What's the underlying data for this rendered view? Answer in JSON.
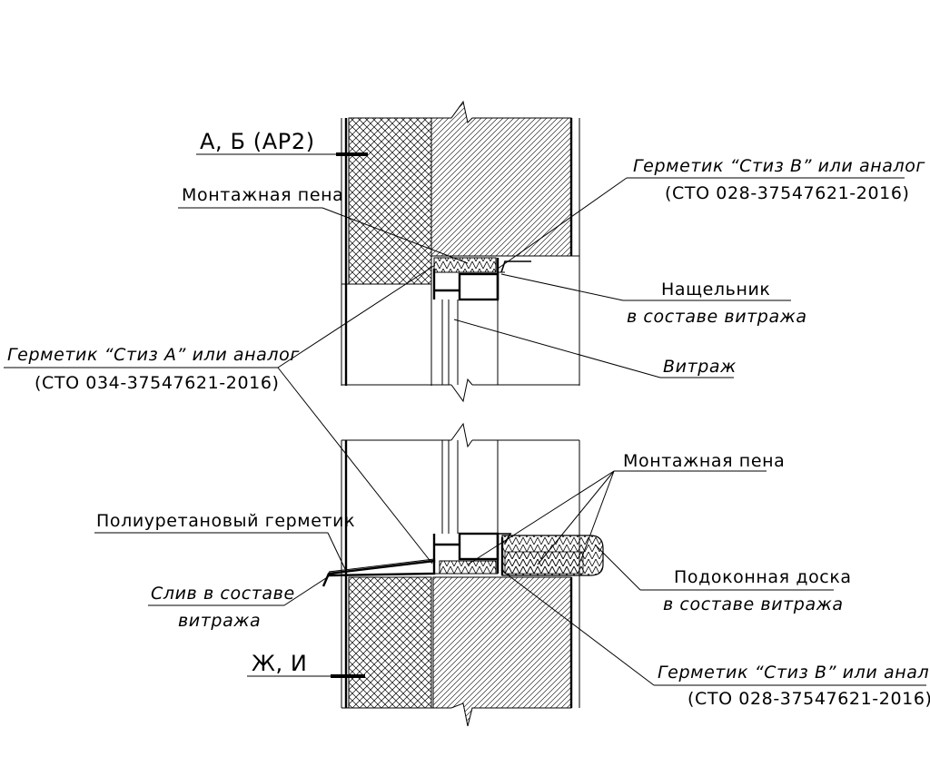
{
  "colors": {
    "line": "#000000",
    "background": "#ffffff"
  },
  "labels": {
    "axis_top": "А, Б (АР2)",
    "axis_bottom": "Ж, И",
    "foam_top": "Монтажная пена",
    "sealant_b_top_1": "Герметик “Стиз В” или аналог",
    "sealant_b_top_2": "(СТО 028-37547621-2016)",
    "sealant_a_1": "Герметик “Стиз А” или аналог",
    "sealant_a_2": "(СТО 034-37547621-2016)",
    "cover_strip_1": "Нащельник",
    "cover_strip_2": "в составе витража",
    "glazing": "Витраж",
    "foam_bottom": "Монтажная пена",
    "pu_sealant": "Полиуретановый герметик",
    "drip_1": "Слив в составе",
    "drip_2": "витража",
    "sill_1": "Подоконная доска",
    "sill_2": "в составе витража",
    "sealant_b_bottom_1": "Герметик “Стиз В” или аналог",
    "sealant_b_bottom_2": "(СТО 028-37547621-2016)"
  }
}
